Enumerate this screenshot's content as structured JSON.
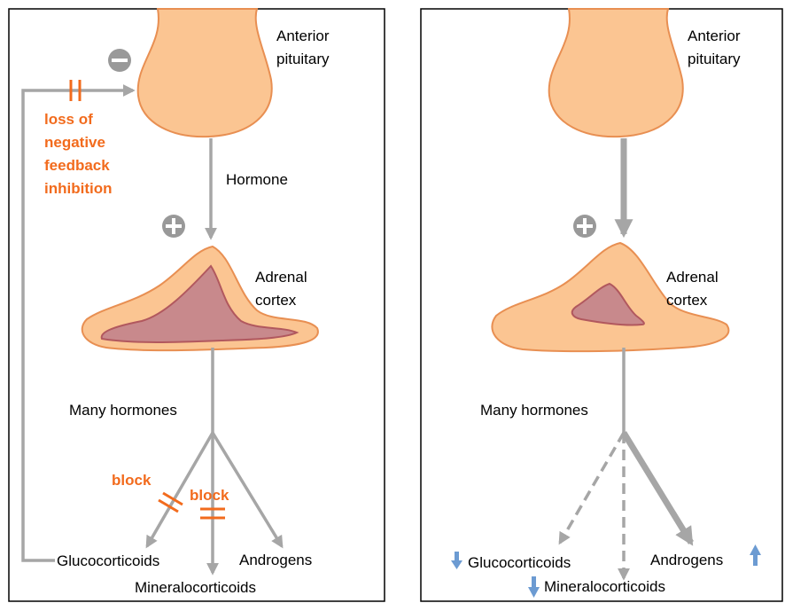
{
  "colors": {
    "gland_fill": "#fbc592",
    "gland_stroke": "#e88f52",
    "medulla_fill": "#c8898c",
    "medulla_stroke": "#b1585e",
    "arrow_gray": "#a6a6a6",
    "badge_gray": "#999999",
    "orange": "#f26b1d",
    "trend_blue": "#6c9bd2"
  },
  "left_panel": {
    "pituitary_label_line1": "Anterior",
    "pituitary_label_line2": "pituitary",
    "hormone_label": "Hormone",
    "adrenal_label_line1": "Adrenal",
    "adrenal_label_line2": "cortex",
    "many_hormones_label": "Many hormones",
    "feedback_text": [
      "loss of",
      "negative",
      "feedback",
      "inhibition"
    ],
    "block_label_1": "block",
    "block_label_2": "block",
    "glucocorticoids": "Glucocorticoids",
    "mineralocorticoids": "Mineralocorticoids",
    "androgens": "Androgens",
    "minus_badge": "minus-icon",
    "plus_badge": "plus-icon"
  },
  "right_panel": {
    "pituitary_label_line1": "Anterior",
    "pituitary_label_line2": "pituitary",
    "adrenal_label_line1": "Adrenal",
    "adrenal_label_line2": "cortex",
    "many_hormones_label": "Many hormones",
    "glucocorticoids": "Glucocorticoids",
    "mineralocorticoids": "Mineralocorticoids",
    "androgens": "Androgens",
    "glucocorticoids_trend": "down-arrow-icon",
    "mineralocorticoids_trend": "down-arrow-icon",
    "androgens_trend": "up-arrow-icon",
    "plus_badge": "plus-icon"
  }
}
